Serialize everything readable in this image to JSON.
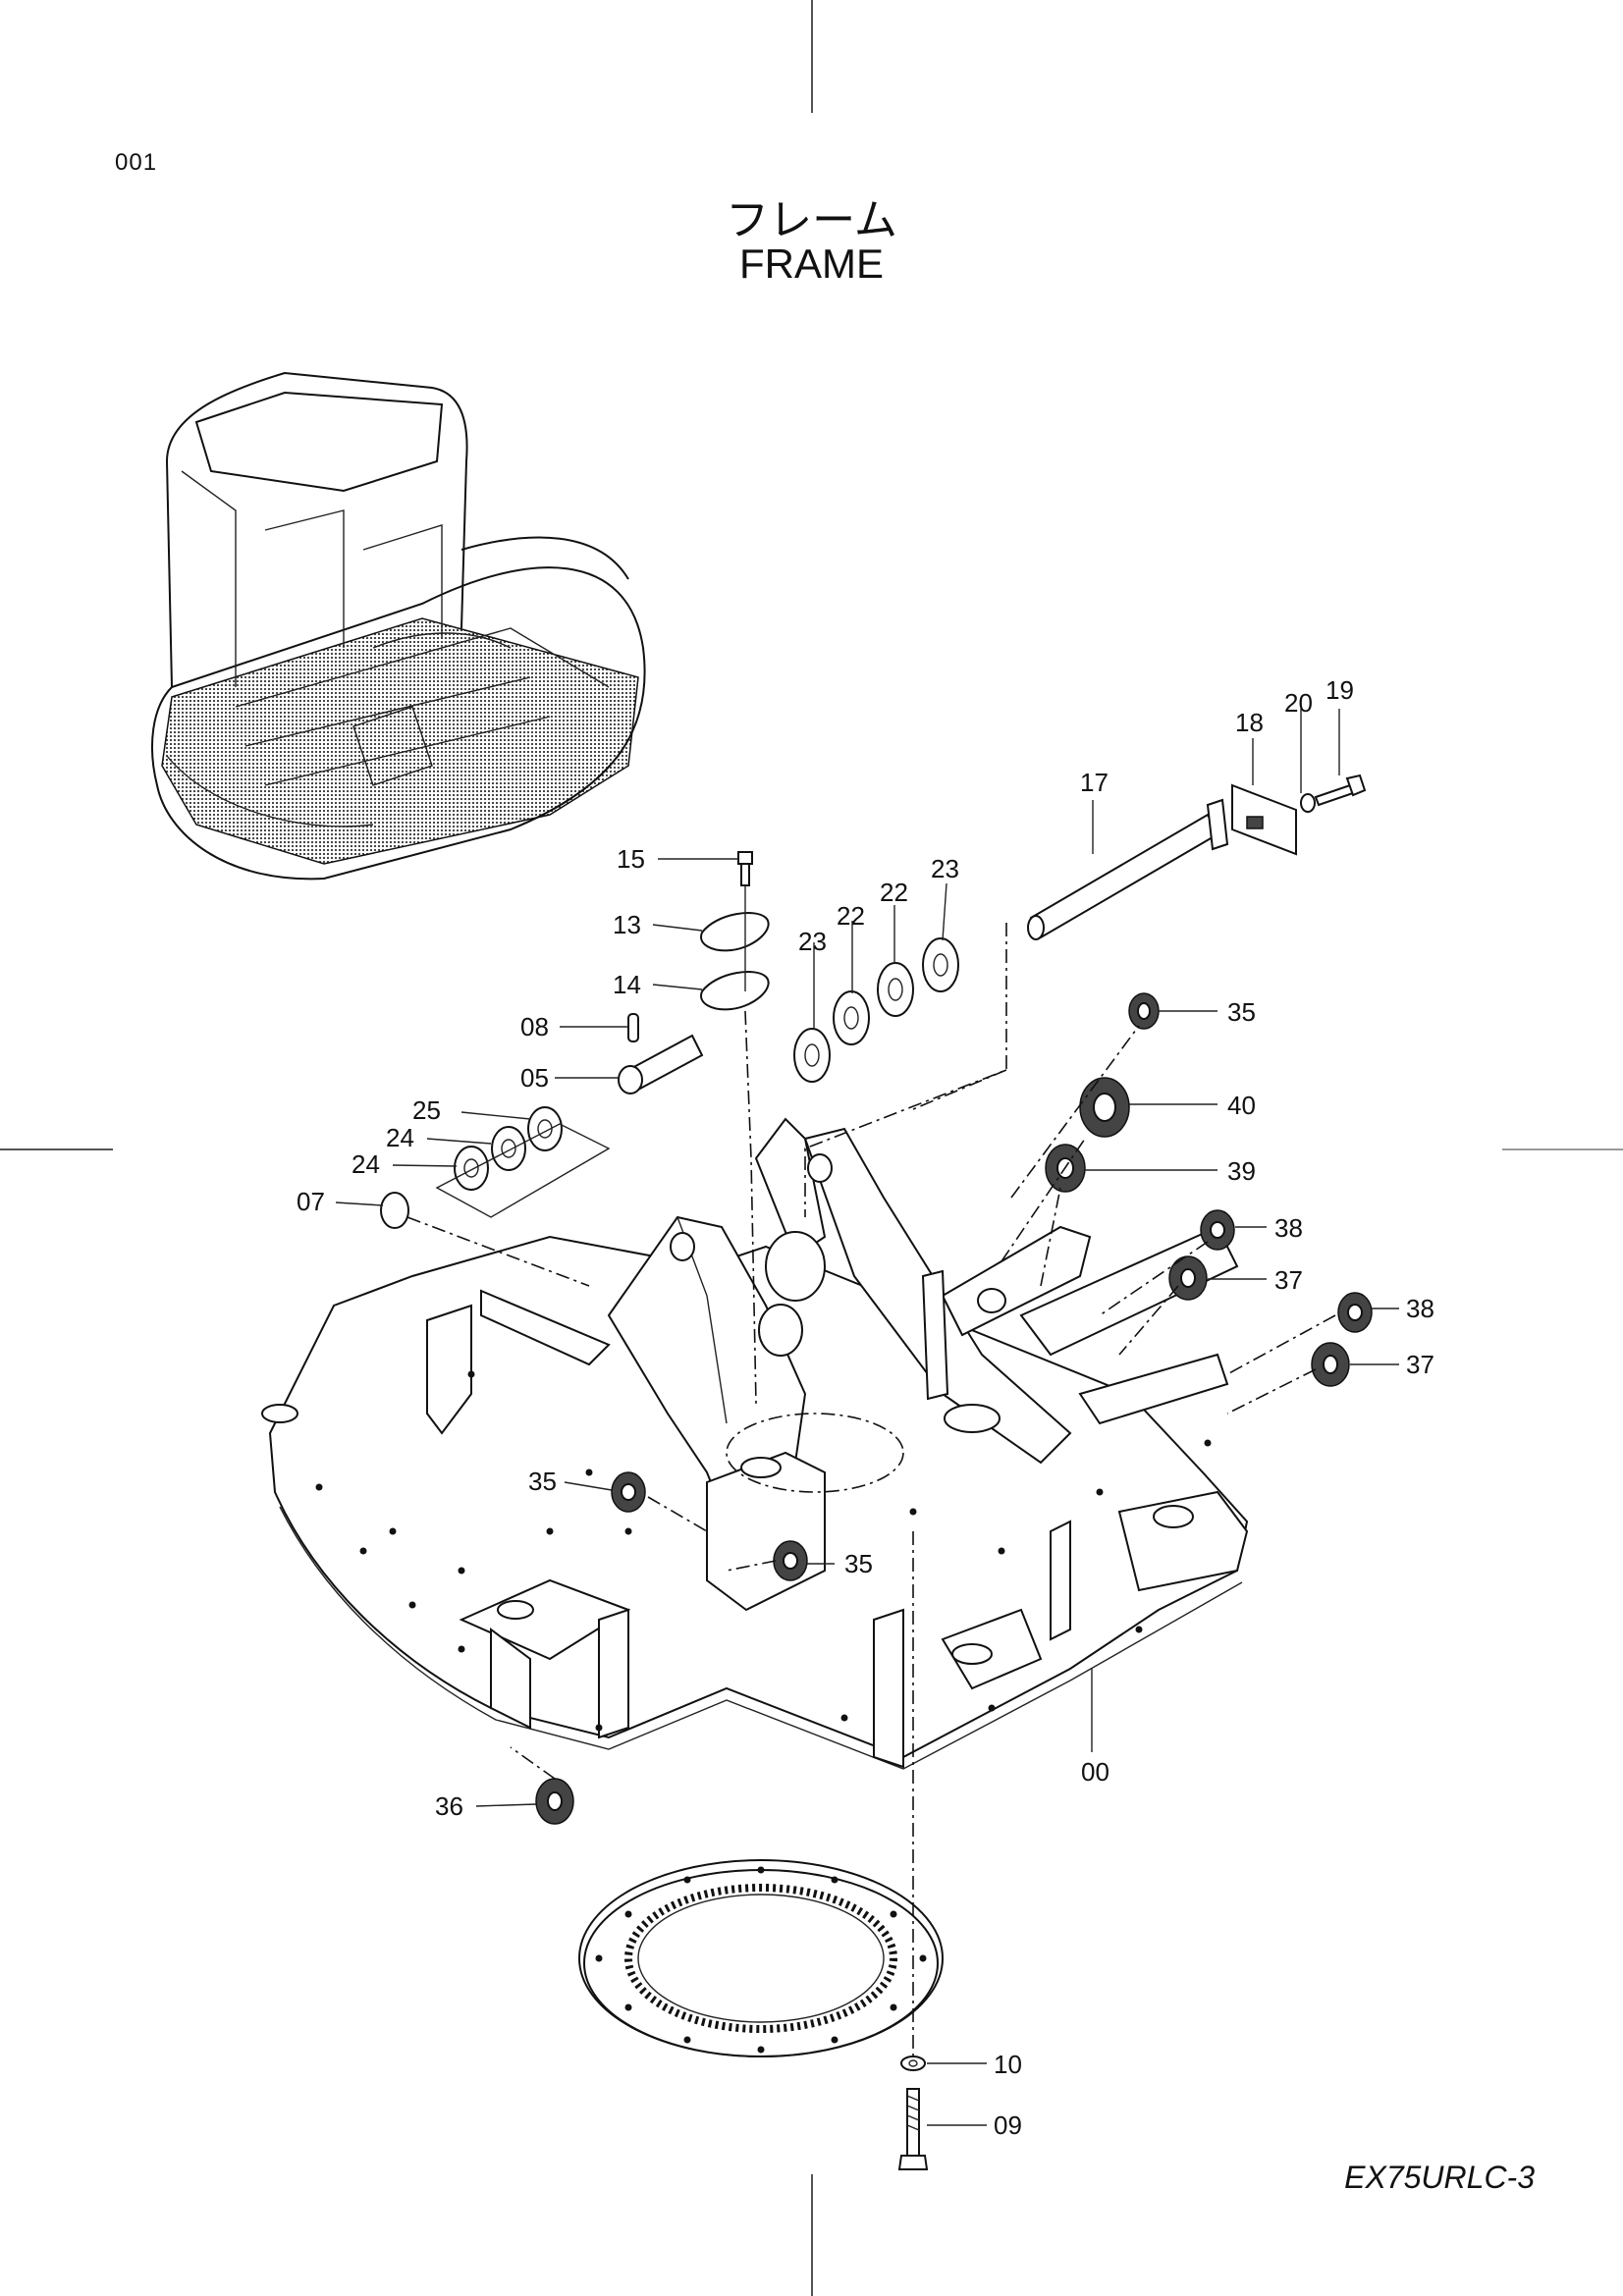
{
  "header": {
    "page_number": "001",
    "title_jp": "フレーム",
    "title_en": "FRAME"
  },
  "footer": {
    "model": "EX75URLC-3"
  },
  "callouts": {
    "c19": "19",
    "c20": "20",
    "c18": "18",
    "c17": "17",
    "c15": "15",
    "c13": "13",
    "c14": "14",
    "c08": "08",
    "c05": "05",
    "c25": "25",
    "c24a": "24",
    "c24b": "24",
    "c07": "07",
    "c23a": "23",
    "c22a": "22",
    "c22b": "22",
    "c23b": "23",
    "c35a": "35",
    "c40": "40",
    "c39": "39",
    "c38a": "38",
    "c37a": "37",
    "c38b": "38",
    "c37b": "37",
    "c35b": "35",
    "c35c": "35",
    "c00": "00",
    "c36": "36",
    "c10": "10",
    "c09": "09"
  },
  "icons": {
    "machine": "excavator-locator-icon",
    "frame": "revolving-frame-icon",
    "bearing": "swing-bearing-icon"
  }
}
